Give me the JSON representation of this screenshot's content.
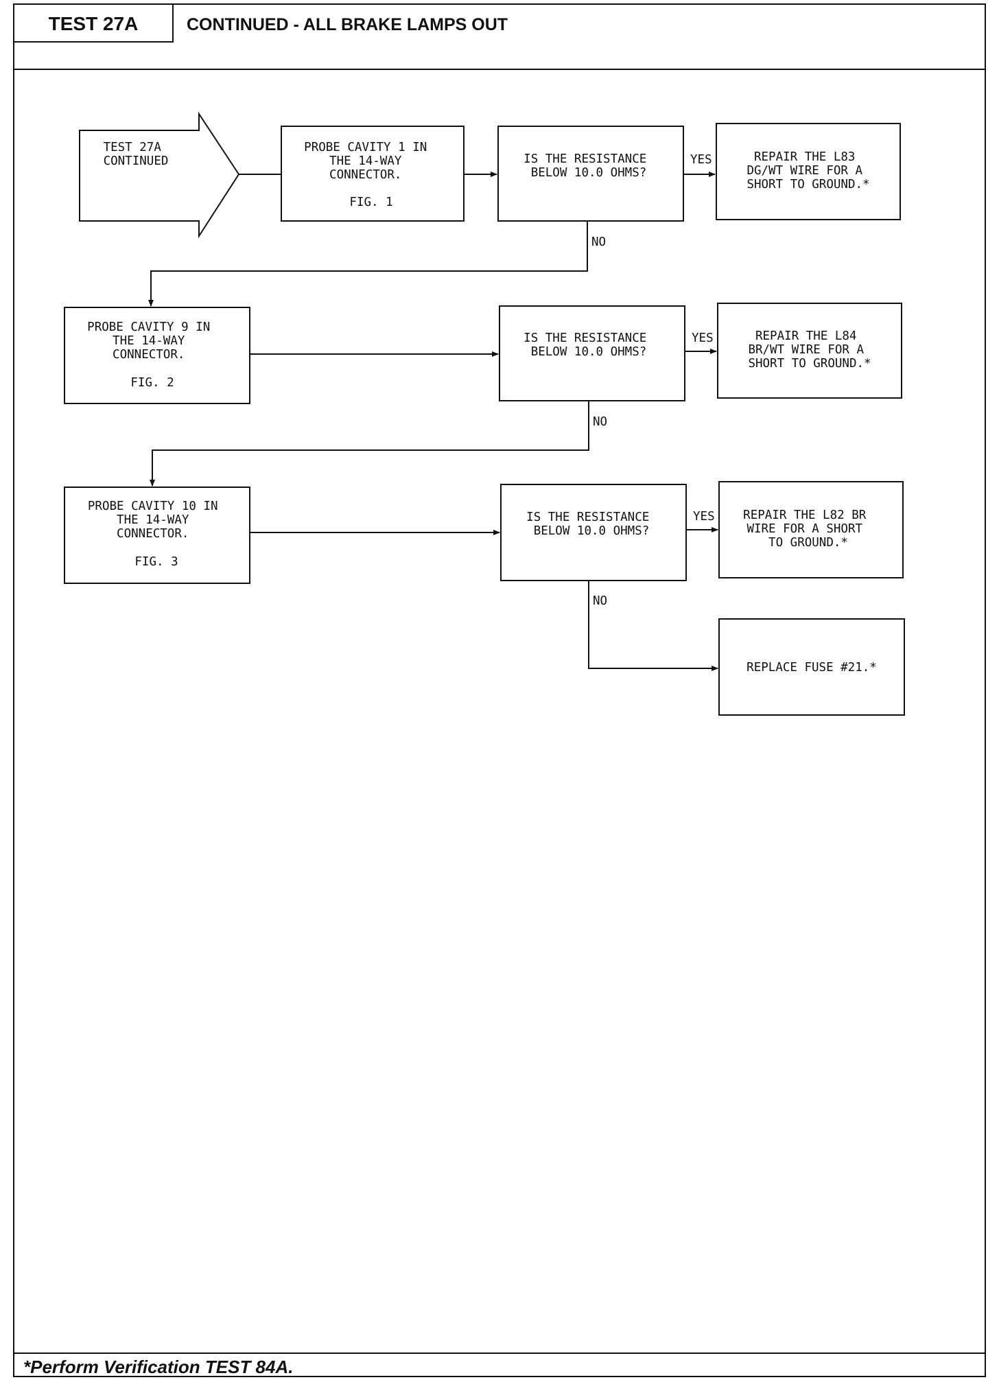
{
  "header": {
    "test_id": "TEST 27A",
    "title": "CONTINUED - ALL BRAKE LAMPS OUT"
  },
  "flow": {
    "start": {
      "line1": "TEST 27A",
      "line2": "CONTINUED"
    },
    "step1": {
      "probe": {
        "line1": "PROBE CAVITY 1 IN",
        "line2": "THE 14-WAY",
        "line3": "CONNECTOR.",
        "fig": "FIG. 1"
      },
      "question": {
        "line1": "IS THE RESISTANCE",
        "line2": "BELOW 10.0 OHMS?"
      },
      "yes_label": "YES",
      "no_label": "NO",
      "action": {
        "line1": "REPAIR THE L83",
        "line2": "DG/WT WIRE FOR A",
        "line3": "SHORT TO GROUND.*"
      }
    },
    "step2": {
      "probe": {
        "line1": "PROBE CAVITY 9 IN",
        "line2": "THE 14-WAY",
        "line3": "CONNECTOR.",
        "fig": "FIG. 2"
      },
      "question": {
        "line1": "IS THE RESISTANCE",
        "line2": "BELOW 10.0 OHMS?"
      },
      "yes_label": "YES",
      "no_label": "NO",
      "action": {
        "line1": "REPAIR THE L84",
        "line2": "BR/WT WIRE FOR A",
        "line3": "SHORT TO GROUND.*"
      }
    },
    "step3": {
      "probe": {
        "line1": "PROBE CAVITY 10 IN",
        "line2": "THE 14-WAY",
        "line3": "CONNECTOR.",
        "fig": "FIG. 3"
      },
      "question": {
        "line1": "IS THE RESISTANCE",
        "line2": "BELOW 10.0 OHMS?"
      },
      "yes_label": "YES",
      "no_label": "NO",
      "action": {
        "line1": "REPAIR THE L82 BR",
        "line2": "WIRE FOR A SHORT",
        "line3": "TO GROUND.*"
      }
    },
    "final": {
      "text": "REPLACE FUSE #21.*"
    }
  },
  "footer": {
    "note": "*Perform Verification TEST 84A."
  }
}
